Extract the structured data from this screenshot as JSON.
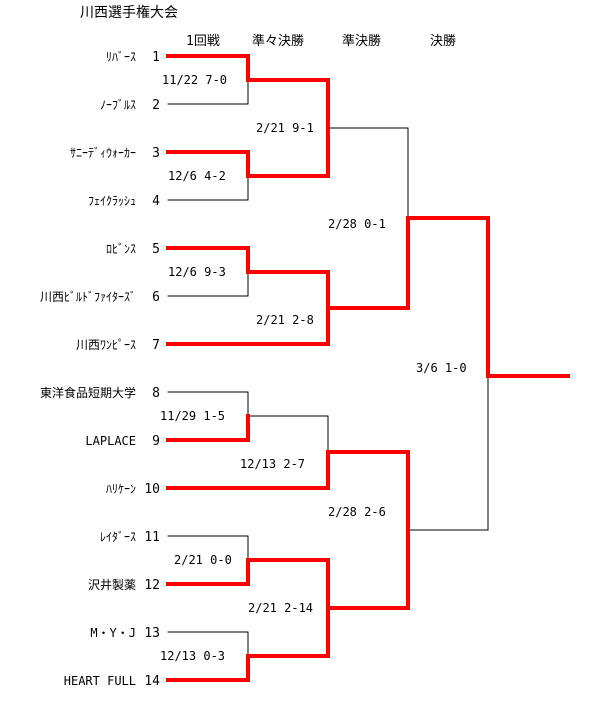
{
  "title": "川西選手権大会",
  "rounds": [
    "1回戦",
    "準々決勝",
    "準決勝",
    "決勝"
  ],
  "teams": [
    {
      "seed": "1",
      "name": "ﾘﾊﾞｰｽ"
    },
    {
      "seed": "2",
      "name": "ﾉｰﾌﾞﾙｽ"
    },
    {
      "seed": "3",
      "name": "ｻﾆｰﾃﾞｨｳｫｰｶｰ"
    },
    {
      "seed": "4",
      "name": "ﾌｪｲｸﾗｯｼｭ"
    },
    {
      "seed": "5",
      "name": "ﾛﾋﾞﾝｽ"
    },
    {
      "seed": "6",
      "name": "川西ﾋﾞﾙﾄﾞﾌｧｲﾀｰｽﾞ"
    },
    {
      "seed": "7",
      "name": "川西ﾜﾝﾋﾟｰｽ"
    },
    {
      "seed": "8",
      "name": "東洋食品短期大学"
    },
    {
      "seed": "9",
      "name": "LAPLACE"
    },
    {
      "seed": "10",
      "name": "ﾊﾘｹｰﾝ"
    },
    {
      "seed": "11",
      "name": "ﾚｲﾀﾞｰｽ"
    },
    {
      "seed": "12",
      "name": "沢井製薬"
    },
    {
      "seed": "13",
      "name": "M・Y・J"
    },
    {
      "seed": "14",
      "name": "HEART FULL"
    }
  ],
  "matches": [
    {
      "id": "r1-a",
      "date": "11/22",
      "score": "7-0"
    },
    {
      "id": "r1-b",
      "date": "12/6",
      "score": "4-2"
    },
    {
      "id": "r1-c",
      "date": "12/6",
      "score": "9-3"
    },
    {
      "id": "r1-d",
      "date": "11/29",
      "score": "1-5"
    },
    {
      "id": "r1-e",
      "date": "2/21",
      "score": "0-0"
    },
    {
      "id": "r1-f",
      "date": "12/13",
      "score": "0-3"
    },
    {
      "id": "qf-a",
      "date": "2/21",
      "score": "9-1"
    },
    {
      "id": "qf-b",
      "date": "2/21",
      "score": "2-8"
    },
    {
      "id": "qf-c",
      "date": "12/13",
      "score": "2-7"
    },
    {
      "id": "qf-d",
      "date": "2/21",
      "score": "2-14"
    },
    {
      "id": "sf-a",
      "date": "2/28",
      "score": "0-1"
    },
    {
      "id": "sf-b",
      "date": "2/28",
      "score": "2-6"
    },
    {
      "id": "final",
      "date": "3/6",
      "score": "1-0"
    }
  ],
  "colors": {
    "winner_line": "#ff0000",
    "line": "#000000",
    "background": "#ffffff"
  }
}
